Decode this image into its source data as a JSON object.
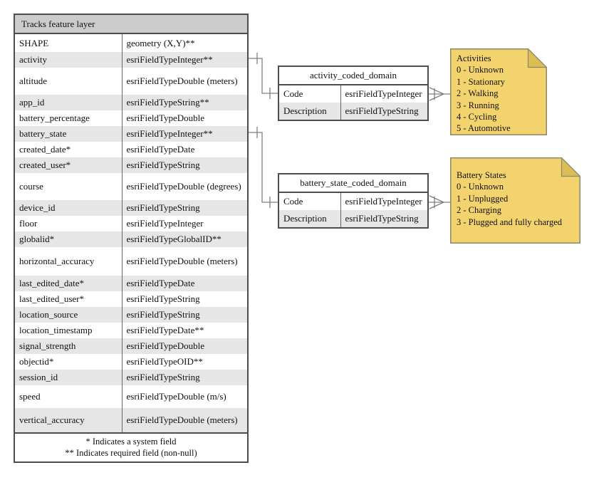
{
  "main_table": {
    "title": "Tracks feature layer",
    "rows": [
      {
        "name": "SHAPE",
        "type": "geometry (X,Y)**"
      },
      {
        "name": "activity",
        "type": "esriFieldTypeInteger**"
      },
      {
        "name": "altitude",
        "type": "esriFieldTypeDouble (meters)"
      },
      {
        "name": "app_id",
        "type": "esriFieldTypeString**"
      },
      {
        "name": "battery_percentage",
        "type": "esriFieldTypeDouble"
      },
      {
        "name": "battery_state",
        "type": "esriFieldTypeInteger**"
      },
      {
        "name": "created_date*",
        "type": "esriFieldTypeDate"
      },
      {
        "name": "created_user*",
        "type": "esriFieldTypeString"
      },
      {
        "name": "course",
        "type": "esriFieldTypeDouble (degrees)"
      },
      {
        "name": "device_id",
        "type": "esriFieldTypeString"
      },
      {
        "name": "floor",
        "type": "esriFieldTypeInteger"
      },
      {
        "name": "globalid*",
        "type": "esriFieldTypeGlobalID**"
      },
      {
        "name": "horizontal_accuracy",
        "type": "esriFieldTypeDouble (meters)"
      },
      {
        "name": "last_edited_date*",
        "type": "esriFieldTypeDate"
      },
      {
        "name": "last_edited_user*",
        "type": "esriFieldTypeString"
      },
      {
        "name": "location_source",
        "type": "esriFieldTypeString"
      },
      {
        "name": "location_timestamp",
        "type": "esriFieldTypeDate**"
      },
      {
        "name": "signal_strength",
        "type": "esriFieldTypeDouble"
      },
      {
        "name": "objectid*",
        "type": "esriFieldTypeOID**"
      },
      {
        "name": "session_id",
        "type": "esriFieldTypeString"
      },
      {
        "name": "speed",
        "type": "esriFieldTypeDouble (m/s)"
      },
      {
        "name": "vertical_accuracy",
        "type": "esriFieldTypeDouble (meters)"
      }
    ],
    "footnotes": [
      "* Indicates a system field",
      "** Indicates required field (non-null)"
    ]
  },
  "domain_tables": [
    {
      "title": "activity_coded_domain",
      "rows": [
        {
          "name": "Code",
          "type": "esriFieldTypeInteger"
        },
        {
          "name": "Description",
          "type": "esriFieldTypeString"
        }
      ]
    },
    {
      "title": "battery_state_coded_domain",
      "rows": [
        {
          "name": "Code",
          "type": "esriFieldTypeInteger"
        },
        {
          "name": "Description",
          "type": "esriFieldTypeString"
        }
      ]
    }
  ],
  "notes": [
    {
      "title": "Activities",
      "lines": [
        "0 - Unknown",
        "1 - Stationary",
        "2 - Walking",
        "3 - Running",
        "4 - Cycling",
        "5 - Automotive"
      ]
    },
    {
      "title": "Battery States",
      "lines": [
        "0 - Unknown",
        "1 - Unplugged",
        "2 - Charging",
        "3 - Plugged and fully charged"
      ]
    }
  ],
  "colors": {
    "table_header_fill": "#cccccc",
    "row_alt_fill": "#e6e6e6",
    "table_border": "#4d4d4d",
    "note_fill": "#f2d36e",
    "note_fold": "#dcbd55",
    "note_border": "#8b8b6b",
    "connector": "#808080"
  }
}
